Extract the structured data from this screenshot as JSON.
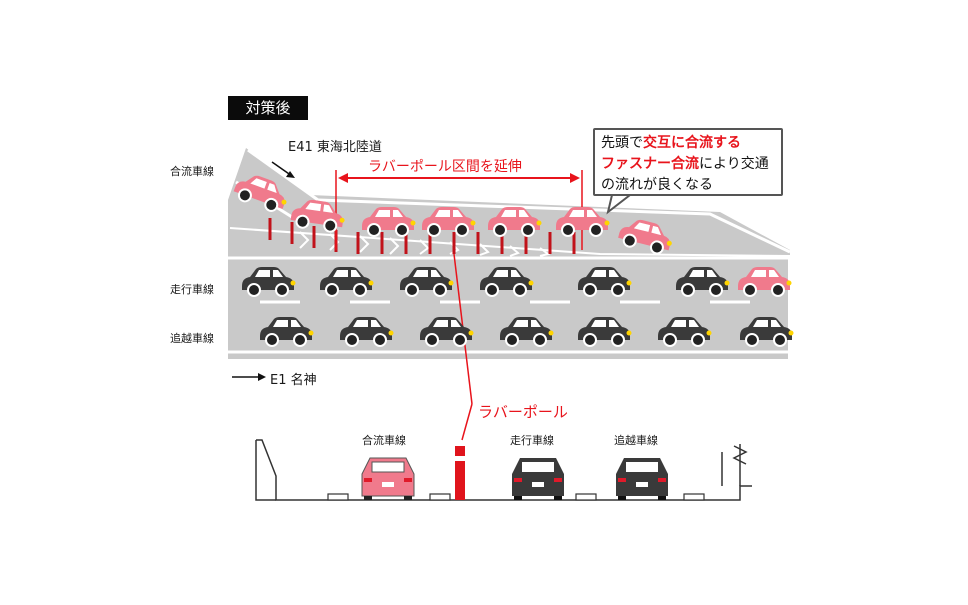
{
  "badge": "対策後",
  "road_name_top": "E41 東海北陸道",
  "road_name_bottom": "E1 名神",
  "extension_label": "ラバーポール区間を延伸",
  "callout": {
    "prefix": "先頭で",
    "red1": "交互に合流する",
    "red2": "ファスナー合流",
    "suffix1": "により交通",
    "line3": "の流れが良くなる"
  },
  "lanes": {
    "merge": "合流車線",
    "travel": "走行車線",
    "passing": "追越車線"
  },
  "pole_label": "ラバーポール",
  "cross_section": {
    "merge": "合流車線",
    "travel": "走行車線",
    "passing": "追越車線"
  },
  "colors": {
    "pink_car": "#f07a8c",
    "black_car": "#3a3a3a",
    "road": "#c9c9c9",
    "pole": "#e0141c",
    "accent_red": "#e8141c"
  }
}
